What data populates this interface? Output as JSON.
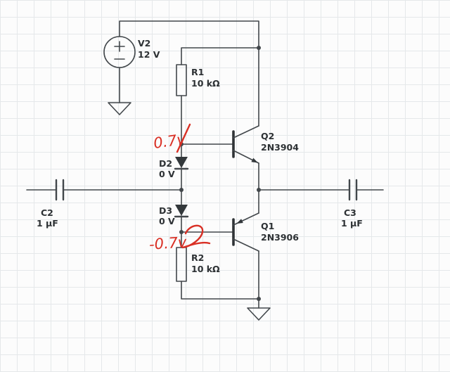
{
  "canvas": {
    "grid_color": "#e5e8ea",
    "bg_color": "#fcfcfc",
    "wire_color": "#42474b",
    "annotation_color": "#d93025"
  },
  "components": {
    "v2": {
      "ref": "V2",
      "value": "12 V"
    },
    "r1": {
      "ref": "R1",
      "value": "10 kΩ"
    },
    "q2": {
      "ref": "Q2",
      "value": "2N3904"
    },
    "d2": {
      "ref": "D2",
      "value": "0 V"
    },
    "d3": {
      "ref": "D3",
      "value": "0 V"
    },
    "q1": {
      "ref": "Q1",
      "value": "2N3906"
    },
    "r2": {
      "ref": "R2",
      "value": "10 kΩ"
    },
    "c2": {
      "ref": "C2",
      "value": "1 μF"
    },
    "c3": {
      "ref": "C3",
      "value": "1 μF"
    }
  },
  "annotations": {
    "top": "0.7v",
    "bottom": "-0.7v"
  }
}
